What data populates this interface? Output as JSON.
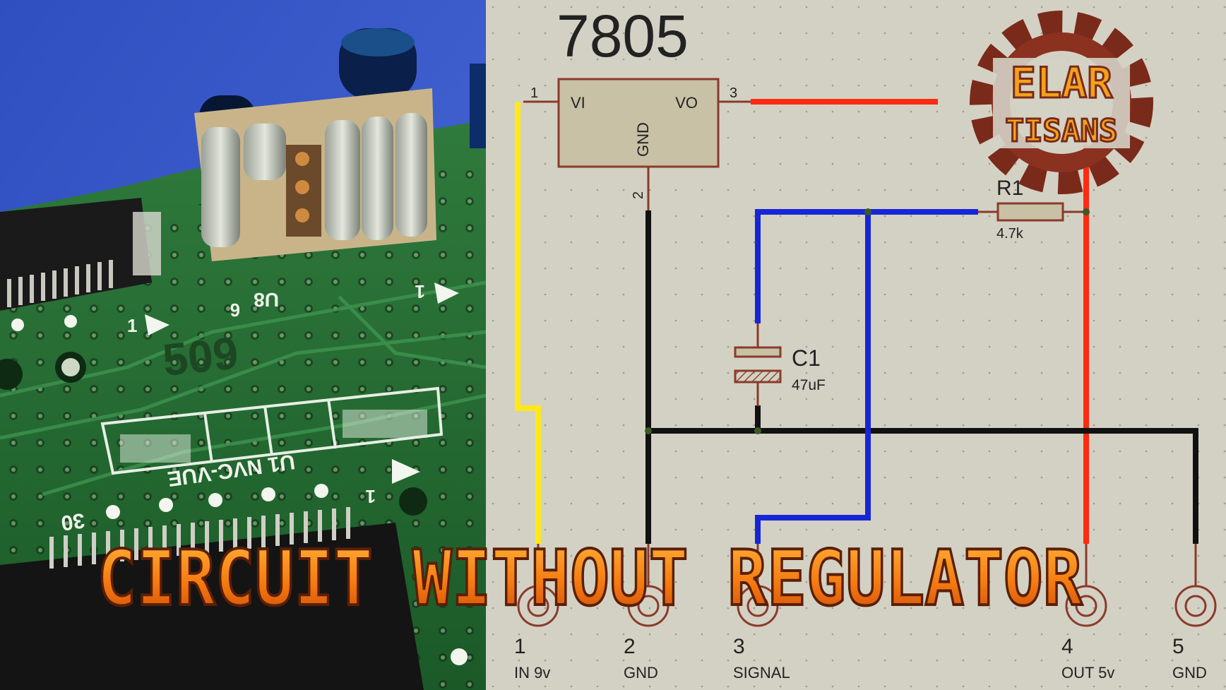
{
  "regulator": {
    "name": "7805",
    "pin_vi": "VI",
    "pin_vo": "VO",
    "pin_gnd": "GND",
    "pin1": "1",
    "pin2": "2",
    "pin3": "3"
  },
  "resistor": {
    "name": "R1",
    "value": "4.7k"
  },
  "capacitor": {
    "name": "C1",
    "value": "47uF"
  },
  "connector": [
    {
      "number": "1",
      "label": "IN 9v"
    },
    {
      "number": "2",
      "label": "GND"
    },
    {
      "number": "3",
      "label": "SIGNAL"
    },
    {
      "number": "4",
      "label": "OUT 5v"
    },
    {
      "number": "5",
      "label": "GND"
    }
  ],
  "pcb": {
    "label_u8": "U8",
    "label_u1": "U1 NVC-VUE",
    "label_30": "30",
    "label_6": "6",
    "label_1a": "1",
    "label_1b": "1",
    "label_1c": "1",
    "label_509": "509"
  },
  "logo": {
    "line1": "ELAR",
    "line2": "TISANS"
  },
  "banner": {
    "text": "CIRCUIT WITHOUT REGULATOR"
  },
  "wire_colors": {
    "input": "#ffe81a",
    "ground": "#111111",
    "signal": "#1626d6",
    "output": "#ff2a10"
  }
}
